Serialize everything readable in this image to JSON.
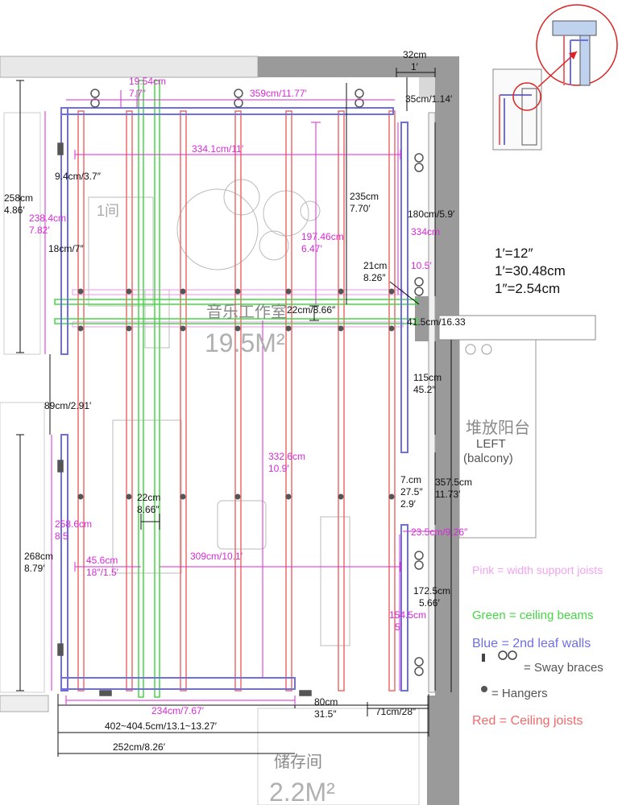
{
  "dimensions": {
    "d_32cm": "32cm",
    "d_1ft": "1′",
    "d_35cm": "35cm/1.14′",
    "d_19_54": "19.54cm",
    "d_7_7": "7.7″",
    "d_359": "359cm/11.77′",
    "d_334_1": "334.1cm/11′",
    "d_9_4": "9.4cm/3.7″",
    "d_258a": "258cm",
    "d_4_86": "4.86′",
    "d_238_4": "238.4cm",
    "d_7_82": "7.82′",
    "d_18cm": "18cm/7″",
    "d_235": "235cm",
    "d_7_70": "7.70′",
    "d_180": "180cm/5.9′",
    "d_197_46": "197.46cm",
    "d_6_47": "6.47′",
    "d_334": "334cm",
    "d_10_5": "10.5′",
    "d_21cm": "21cm",
    "d_8_26": "8.26″",
    "d_22cm_866": "22cm/8.66″",
    "d_41_5": "41.5cm/16.33",
    "d_115": "115cm",
    "d_45_2": "45.2″",
    "d_89": "89cm/2.91′",
    "d_332_6": "332.6cm",
    "d_10_9": "10.9′",
    "d_7cm": "7.cm",
    "d_27_5": "27.5″",
    "d_2_9": "2.9′",
    "d_357_5": "357.5cm",
    "d_11_73": "11.73′",
    "d_22cm": "22cm",
    "d_8_66": "8.66″",
    "d_258_6": "258.6cm",
    "d_8_5": "8.5",
    "d_23_5": "23.5cm/9.26″",
    "d_268": "268cm",
    "d_8_79": "8.79′",
    "d_45_6": "45.6cm",
    "d_18in": "18″/1.5′",
    "d_309": "309cm/10.1′",
    "d_172_5": "172.5cm",
    "d_5_66": "5.66′",
    "d_154_5": "154.5cm",
    "d_5ft": "5′",
    "d_80": "80cm",
    "d_31_5": "31.5″",
    "d_234": "234cm/7.67′",
    "d_71": "71cm/28″",
    "d_402": "402~404.5cm/13.1~13.27′",
    "d_252": "252cm/8.26′"
  },
  "rooms": {
    "studio_name": "音乐工作室",
    "studio_area": "19.5M²",
    "balcony_name": "堆放阳台",
    "balcony_left": "LEFT",
    "balcony_en": "(balcony)",
    "storage_name": "储存间",
    "storage_area": "2.2M²",
    "plan_code": "1间"
  },
  "conversions": [
    "1′=12″",
    "1′=30.48cm",
    "1″=2.54cm"
  ],
  "legend": {
    "pink": "Pink = width support joists",
    "green": "Green = ceiling beams",
    "blue": "Blue = 2nd leaf walls",
    "sway": "= Sway braces",
    "hangers": "= Hangers",
    "red": "Red = Ceiling joists"
  },
  "colors": {
    "joist_red": "#ef6a6a",
    "beam_green": "#43d843",
    "wall_blue": "#6e6ee6",
    "support_pink": "#f2a3f2",
    "dimension_magenta": "#d62ad6"
  }
}
